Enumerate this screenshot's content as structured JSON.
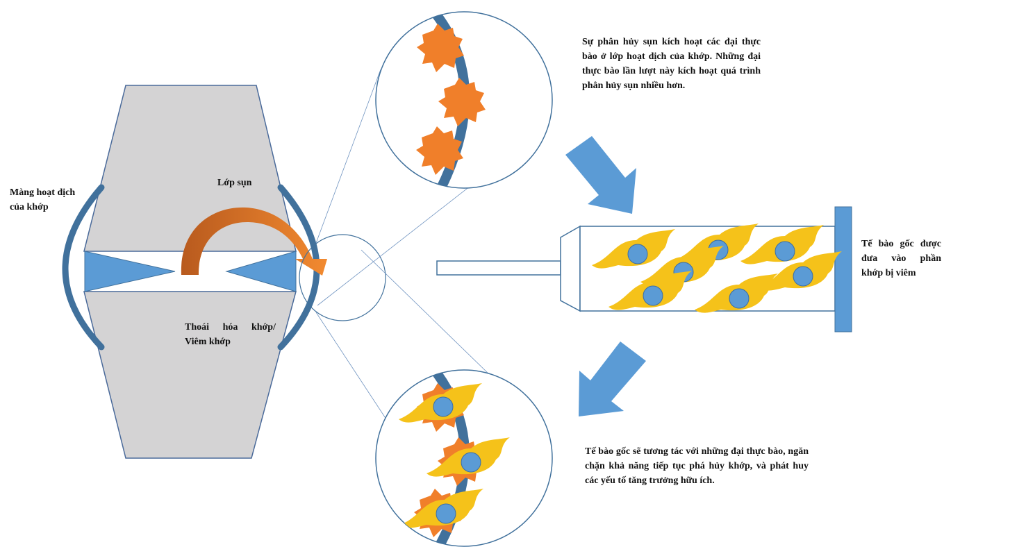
{
  "labels": {
    "synovium": "Màng hoạt dịch của khớp",
    "cartilage": "Lớp sụn",
    "osteoarthritis": "Thoái hóa khớp/ Viêm khớp",
    "macrophage_activation": "Sự phân hủy sụn kích hoạt các đại thực bào ở lớp hoạt dịch của khớp. Những đại thực bào lần lượt này kích hoạt quá trình phân hủy sụn nhiều hơn.",
    "stem_cell_injection": "Tế bào gốc được đưa vào phần khớp bị viêm",
    "stem_cell_interaction": "Tế bào gốc sẽ tương tác với những đại thực bào, ngăn chặn khả năng tiếp tục phá hủy khớp, và phát huy các yếu tố tăng trưởng hữu ích."
  },
  "colors": {
    "bone": "#d4d3d4",
    "bone_outline": "#4a6a9a",
    "cartilage_blue": "#5b9bd5",
    "synovium": "#41719c",
    "arrow_orange": "#e87722",
    "macrophage": "#f07f2a",
    "stem_cell": "#f5c21a",
    "nucleus": "#5b9bd5",
    "line": "#6f93c0"
  },
  "icons": [
    "joint-diagram",
    "macrophage-cell",
    "stem-cell",
    "syringe",
    "flow-arrow"
  ]
}
